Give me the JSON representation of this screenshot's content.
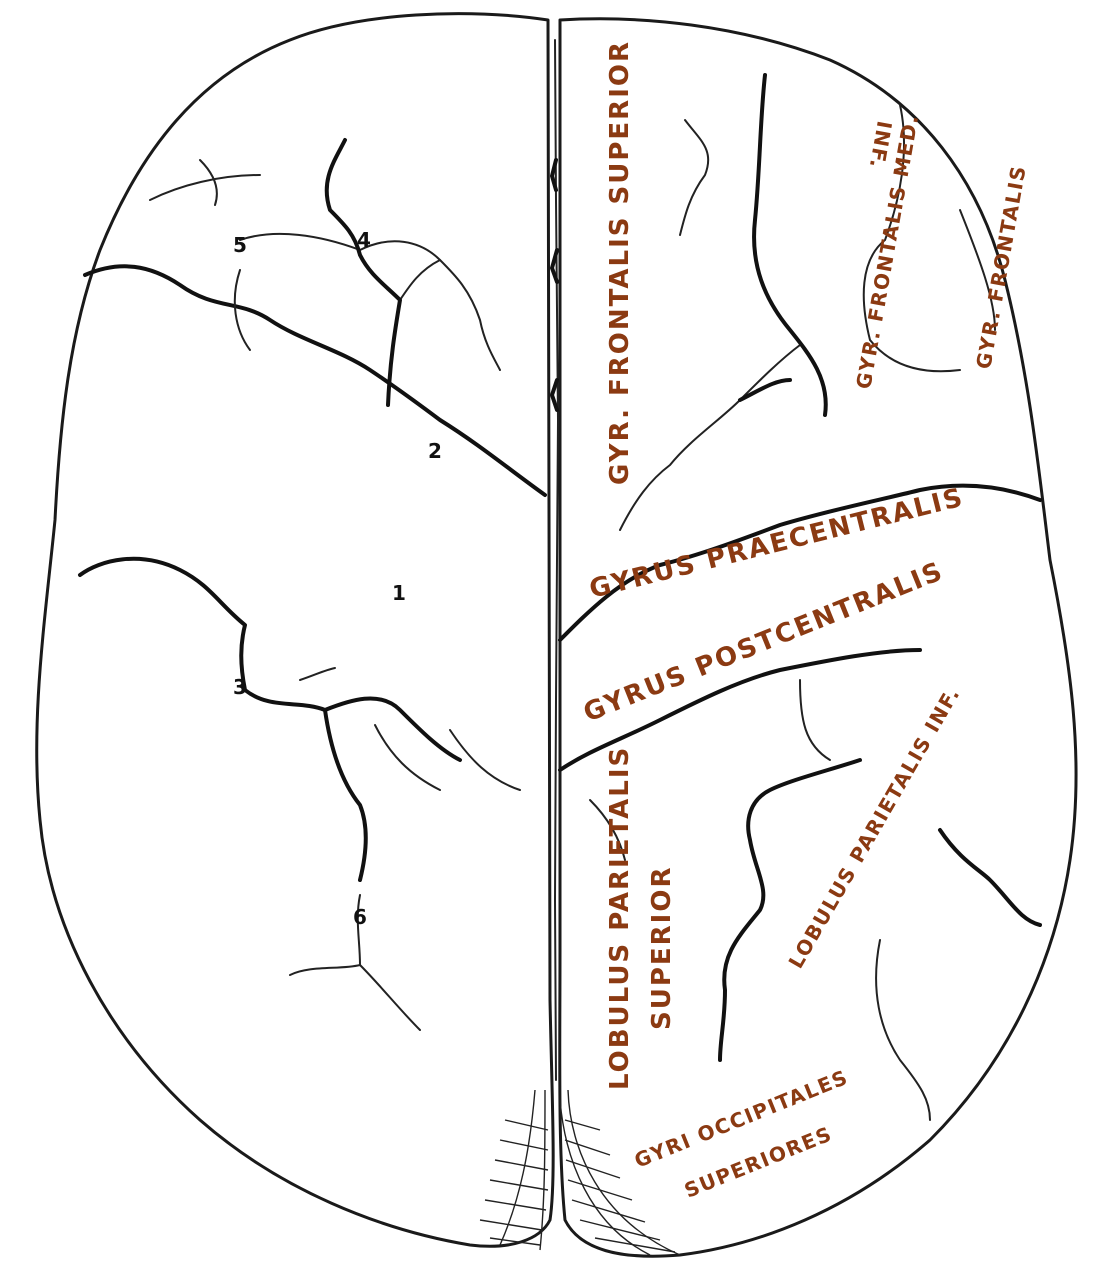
{
  "colors": {
    "label": "#8b3a12",
    "line": "#111111",
    "background": "#ffffff"
  },
  "labels": {
    "gyr_frontalis_superior": "GYR. FRONTALIS SUPERIOR",
    "gyr_frontalis_med": "GYR. FRONTALIS MED.",
    "inf": "INF.",
    "gyr_frontalis": "GYR. FRONTALIS",
    "gyrus_praecentralis": "GYRUS PRAECENTRALIS",
    "gyrus_postcentralis": "GYRUS POSTCENTRALIS",
    "lobulus_parietalis_inf": "LOBULUS PARIETALIS INF.",
    "lobulus_parietalis": "LOBULUS PARIETALIS",
    "superior": "SUPERIOR",
    "gyri_occipitales": "GYRI OCCIPITALES",
    "superiores": "SUPERIORES"
  },
  "numbers": {
    "n1": "1",
    "n2": "2",
    "n3": "3",
    "n4": "4",
    "n5": "5",
    "n6": "6"
  }
}
